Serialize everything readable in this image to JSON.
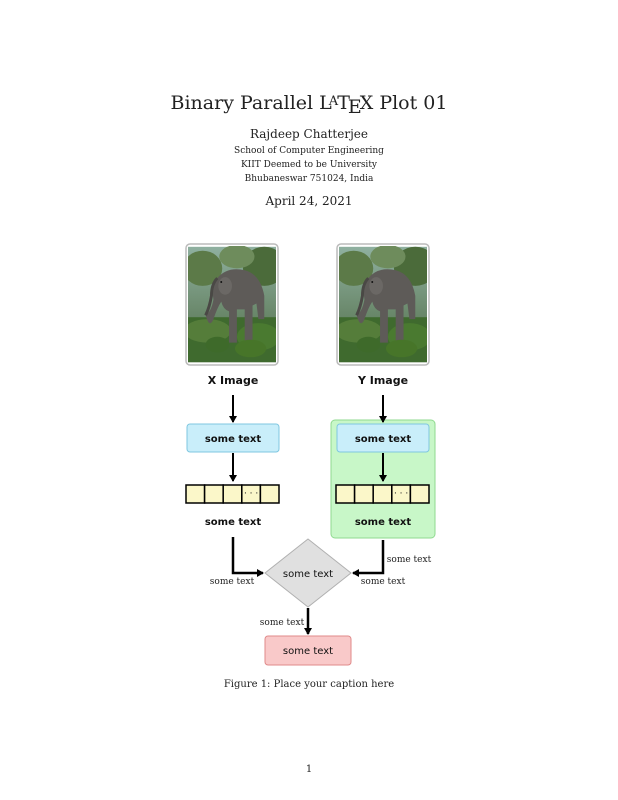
{
  "paper": {
    "title_prefix": "Binary Parallel ",
    "title_latex_parts": [
      "L",
      "A",
      "T",
      "E",
      "X"
    ],
    "title_suffix": " Plot 01",
    "author": "Rajdeep Chatterjee",
    "affiliation": [
      "School of Computer Engineering",
      "KIIT Deemed to be University",
      "Bhubaneswar 751024, India"
    ],
    "date": "April 24, 2021",
    "caption": "Figure 1: Place your caption here",
    "page_number": "1"
  },
  "figure": {
    "left": {
      "image_label": "X Image",
      "box_label": "some text",
      "vector_dots": "· · ·",
      "feature_label": "some text",
      "edge_label": "some text"
    },
    "right": {
      "image_label": "Y Image",
      "box_label": "some text",
      "vector_dots": "· · ·",
      "feature_label": "some text",
      "edge_label_upper": "some text",
      "edge_label_lower": "some text"
    },
    "decision_label": "some text",
    "output_edge_label": "some text",
    "output_label": "some text",
    "colors": {
      "cyan_box": "#c9eefa",
      "green_panel": "#c8f7c8",
      "vector_cell": "#fbf7c9",
      "decision": "#e0e0e0",
      "output_box": "#f9c9c9"
    }
  }
}
